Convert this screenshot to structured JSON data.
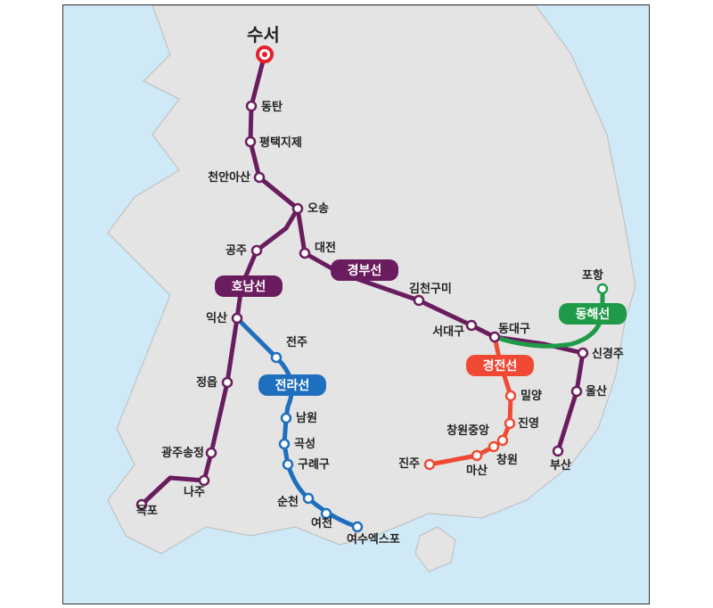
{
  "origin": "수서",
  "lines": [
    {
      "id": "honam",
      "label": "호남선",
      "color": "#6a1d5e"
    },
    {
      "id": "gyeongbu",
      "label": "경부선",
      "color": "#6a1d5e"
    },
    {
      "id": "donghae",
      "label": "동해선",
      "color": "#1f9a48"
    },
    {
      "id": "gyeongjeon",
      "label": "경전선",
      "color": "#f04a35"
    },
    {
      "id": "jeolla",
      "label": "전라선",
      "color": "#1f6fbf"
    }
  ],
  "stations": [
    "동탄",
    "평택지제",
    "천안아산",
    "오송",
    "대전",
    "공주",
    "익산",
    "정읍",
    "광주송정",
    "나주",
    "목포",
    "김천구미",
    "서대구",
    "동대구",
    "신경주",
    "울산",
    "부산",
    "포항",
    "밀양",
    "진영",
    "창원중앙",
    "창원",
    "마산",
    "진주",
    "전주",
    "남원",
    "곡성",
    "구례구",
    "순천",
    "여천",
    "여수엑스포"
  ]
}
